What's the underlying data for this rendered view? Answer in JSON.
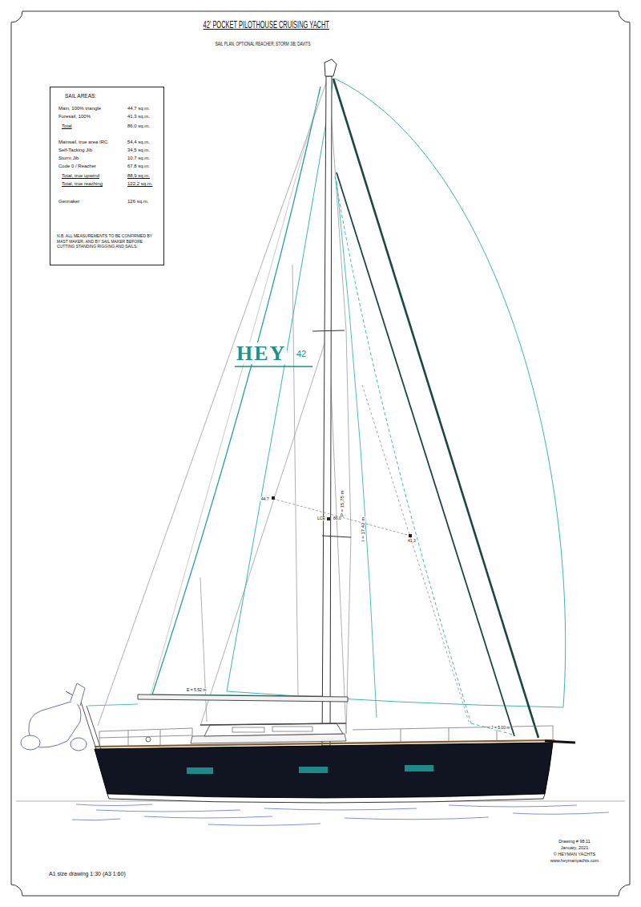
{
  "diagram": {
    "title": "42' POCKET PILOTHOUSE CRUISING YACHT",
    "nodes": [
      {
        "text": [
          "SAIL AREAS:",
          "Main, 100% triangle",
          "44,7 sq.m.",
          "Foresail, 100%",
          "41,3 sq.m.",
          "Total",
          "86,0 sq.m.",
          "Mainsail, true area IRC",
          "54,4 sq.m.",
          "Self-Tacking Jib",
          "34,5 sq.m.",
          "Storm Jib",
          "10,7 sq.m.",
          "Code 0 / Reacher",
          "67,8 sq.m.",
          "Total, true upwind",
          "88,9 sq.m.",
          "Total, true reaching",
          "122,2 sq.m.",
          "Gennaker",
          "126 sq.m.",
          "N.B. ALL MEASUREMENTS TO BE CONFIRMED BY MAST MAKER, AND BY SAIL MAKER BEFORE CUTTING STANDING RIGGING AND SAILS."
        ]
      }
    ],
    "labels": [
      "SAIL PLAN, OPTIONAL REACHER; STORM JIB; DAVITS",
      "HEY",
      "42",
      "P = 15,75 m",
      "I = 17,42 m",
      "44,7",
      "LCE",
      "86,0",
      "41,3",
      "E = 5,52 m",
      "J = 5,00 m",
      "A1 size drawing 1:30 (A3 1:60)",
      "Drawing # 98:11",
      "January, 2021",
      "© HEYMAN YACHTS",
      "www.heymanyachts.com"
    ]
  }
}
